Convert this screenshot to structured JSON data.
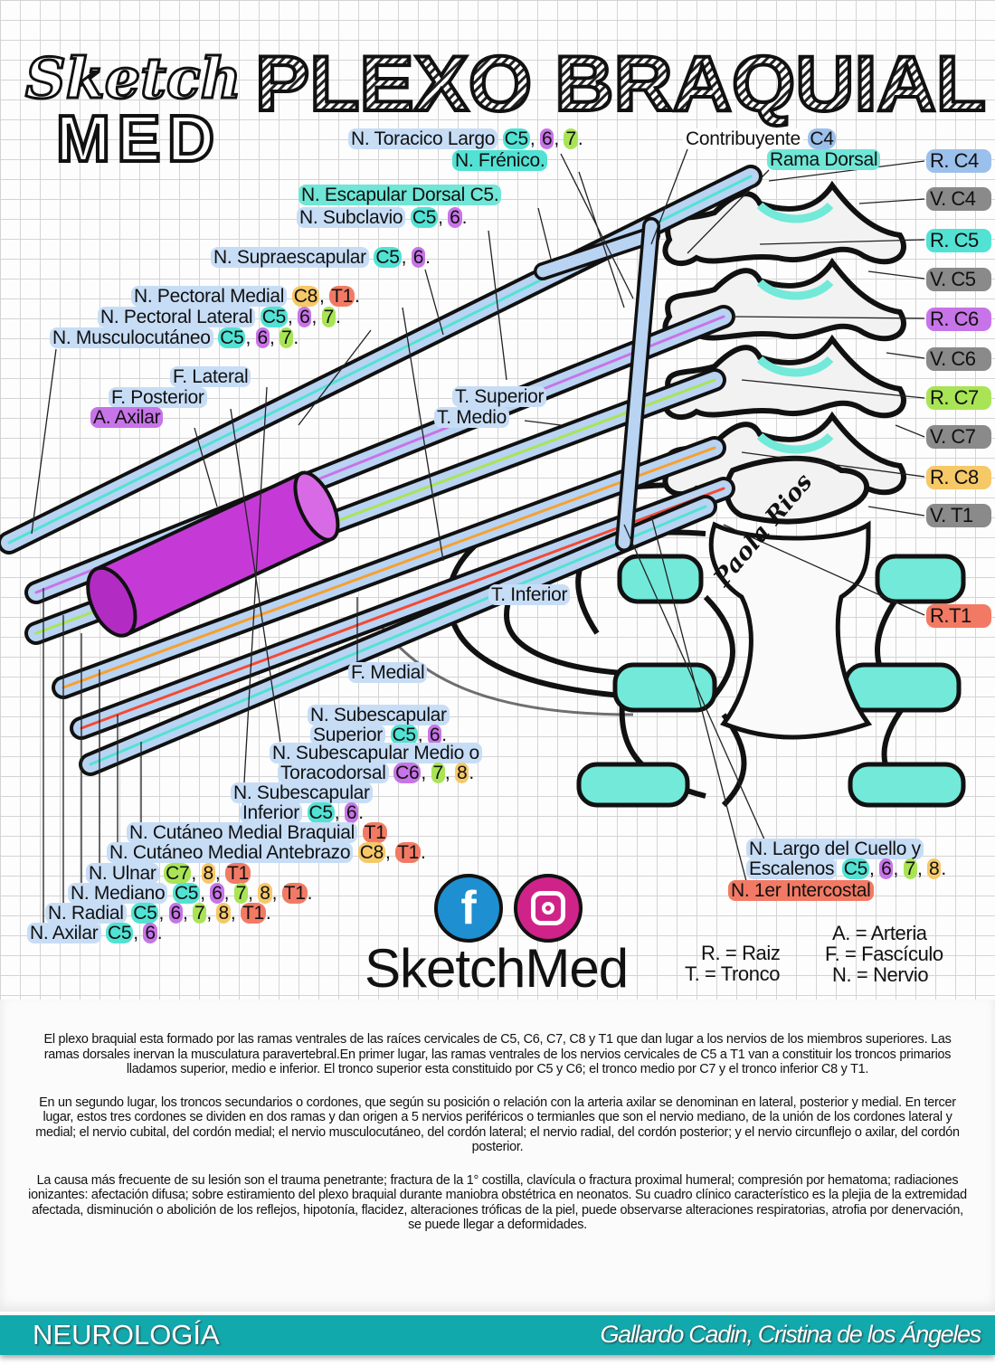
{
  "logo": {
    "line1": "Sketch",
    "line2": "MED"
  },
  "title": "PLEXO BRAQUIAL",
  "root_colors": {
    "C4": "#9cc0ec",
    "C5": "#52e2d4",
    "C6": "#c774e8",
    "C7": "#a9e456",
    "C8": "#f6c868",
    "T1": "#f27a64",
    "V": "#8a8a8a"
  },
  "labels": [
    {
      "id": "toracico_largo",
      "lines": [
        "N. Toracico Largo"
      ],
      "roots": [
        "C5",
        "6",
        "7"
      ],
      "end": "."
    },
    {
      "id": "frenico",
      "lines": [
        "N. Frénico."
      ],
      "bg": "#52e2d4",
      "roots": []
    },
    {
      "id": "contribuyente",
      "lines": [
        "Contribuyente"
      ],
      "roots": [
        "C4"
      ],
      "bg": "#ffffff"
    },
    {
      "id": "rama_dorsal",
      "lines": [
        "Rama Dorsal"
      ],
      "bg": "#6fe6d6",
      "roots": []
    },
    {
      "id": "escapular_dorsal",
      "lines": [
        "N. Escapular Dorsal C5."
      ],
      "bg": "#6fe6d6",
      "roots": []
    },
    {
      "id": "subclavio",
      "lines": [
        "N. Subclavio"
      ],
      "roots": [
        "C5",
        "6"
      ],
      "end": "."
    },
    {
      "id": "supraescapular",
      "lines": [
        "N. Supraescapular"
      ],
      "roots": [
        "C5",
        "6"
      ],
      "end": "."
    },
    {
      "id": "pectoral_medial",
      "lines": [
        "N. Pectoral Medial"
      ],
      "roots": [
        "C8",
        "T1"
      ],
      "end": "."
    },
    {
      "id": "pectoral_lateral",
      "lines": [
        "N. Pectoral Lateral"
      ],
      "roots": [
        "C5",
        "6",
        "7"
      ],
      "end": "."
    },
    {
      "id": "musculocutaneo",
      "lines": [
        "N. Musculocutáneo"
      ],
      "roots": [
        "C5",
        "6",
        "7"
      ],
      "end": "."
    },
    {
      "id": "f_lateral",
      "lines": [
        "F. Lateral"
      ],
      "roots": []
    },
    {
      "id": "f_posterior",
      "lines": [
        "F. Posterior"
      ],
      "roots": []
    },
    {
      "id": "a_axilar",
      "lines": [
        "A. Axilar"
      ],
      "bg": "#c774e8",
      "roots": []
    },
    {
      "id": "t_superior",
      "lines": [
        "T. Superior"
      ],
      "roots": []
    },
    {
      "id": "t_medio",
      "lines": [
        "T. Medio"
      ],
      "roots": []
    },
    {
      "id": "t_inferior",
      "lines": [
        "T. Inferior"
      ],
      "roots": []
    },
    {
      "id": "f_medial",
      "lines": [
        "F. Medial"
      ],
      "roots": []
    },
    {
      "id": "sub_superior",
      "lines": [
        "N. Subescapular",
        "Superior"
      ],
      "roots": [
        "C5",
        "6"
      ],
      "end": "."
    },
    {
      "id": "sub_medio",
      "lines": [
        "N. Subescapular Medio o",
        "Toracodorsal"
      ],
      "roots": [
        "C6",
        "7",
        "8"
      ],
      "end": "."
    },
    {
      "id": "sub_inferior",
      "lines": [
        "N. Subescapular",
        "Inferior"
      ],
      "roots": [
        "C5",
        "6"
      ],
      "end": "."
    },
    {
      "id": "cut_braquial",
      "lines": [
        "N. Cutáneo Medial Braquial"
      ],
      "roots": [
        "T1"
      ],
      "end": ""
    },
    {
      "id": "cut_antebrazo",
      "lines": [
        "N. Cutáneo Medial Antebrazo"
      ],
      "roots": [
        "C8",
        "T1"
      ],
      "end": "."
    },
    {
      "id": "ulnar",
      "lines": [
        "N. Ulnar"
      ],
      "roots": [
        "C7",
        "8",
        "T1"
      ],
      "end": ""
    },
    {
      "id": "mediano",
      "lines": [
        "N. Mediano"
      ],
      "roots": [
        "C5",
        "6",
        "7",
        "8",
        "T1"
      ],
      "end": "."
    },
    {
      "id": "radial",
      "lines": [
        "N. Radial"
      ],
      "roots": [
        "C5",
        "6",
        "7",
        "8",
        "T1"
      ],
      "end": "."
    },
    {
      "id": "axilar",
      "lines": [
        "N. Axilar"
      ],
      "roots": [
        "C5",
        "6"
      ],
      "end": "."
    },
    {
      "id": "largo_cuello",
      "lines": [
        "N. Largo del Cuello y",
        "Escalenos"
      ],
      "roots": [
        "C5",
        "6",
        "7",
        "8"
      ],
      "end": "."
    },
    {
      "id": "intercostal",
      "lines": [
        "N. 1er Intercostal"
      ],
      "bg": "#f27a64",
      "roots": []
    }
  ],
  "side_labels": [
    {
      "text": "R. C4",
      "c": "C4"
    },
    {
      "text": "V. C4",
      "c": "V"
    },
    {
      "text": "R. C5",
      "c": "C5"
    },
    {
      "text": "V. C5",
      "c": "V"
    },
    {
      "text": "R. C6",
      "c": "C6"
    },
    {
      "text": "V. C6",
      "c": "V"
    },
    {
      "text": "R. C7",
      "c": "C7"
    },
    {
      "text": "V. C7",
      "c": "V"
    },
    {
      "text": "R. C8",
      "c": "C8"
    },
    {
      "text": "V. T1",
      "c": "V"
    },
    {
      "text": "R.T1",
      "c": "T1"
    }
  ],
  "signature": "Paola Rios",
  "social": {
    "facebook": "f",
    "instagram": "instagram"
  },
  "brand": "SketchMed",
  "legend": {
    "r": "R. = Raiz",
    "t": "T. = Tronco",
    "a": "A. = Arteria",
    "f": "F. = Fascículo",
    "n": "N. = Nervio"
  },
  "paragraphs": [
    "El plexo braquial esta formado por las ramas ventrales de las raíces cervicales de C5, C6, C7, C8 y T1 que dan lugar a los nervios de los miembros superiores. Las ramas dorsales inervan la musculatura paravertebral.En primer lugar, las ramas ventrales de los nervios cervicales de C5 a T1 van a constituir los troncos primarios lladamos superior, medio e inferior. El tronco superior esta constituido por C5 y C6; el tronco medio por C7 y el tronco inferior C8 y T1.",
    "En un segundo lugar, los troncos secundarios o cordones, que según su posición o relación con la arteria axilar se denominan en lateral, posterior y medial. En tercer lugar, estos tres cordones se dividen en dos ramas y dan origen a 5 nervios periféricos o termianles que son el nervio mediano, de la unión de los cordones lateral y medial; el nervio cubital, del cordón medial; el nervio musculocutáneo, del cordón lateral; el nervio radial, del cordón posterior; y el nervio circunflejo o axilar, del cordón posterior.",
    "La causa más frecuente de su lesión son el trauma penetrante; fractura de la 1° costilla, clavícula o fractura proximal humeral; compresión por hematoma; radiaciones ionizantes: afectación difusa; sobre estiramiento del plexo braquial durante maniobra obstétrica en neonatos. Su cuadro clínico característico es la plejia de la extremidad afectada, disminución o abolición de los reflejos, hipotonía, flacidez, alteraciones tróficas de la piel, puede observarse alteraciones respiratorias, atrofia por denervación, se puede llegar a deformidades."
  ],
  "footer": {
    "section": "NEUROLOGÍA",
    "author": "Gallardo Cadin, Cristina de los Ángeles"
  }
}
